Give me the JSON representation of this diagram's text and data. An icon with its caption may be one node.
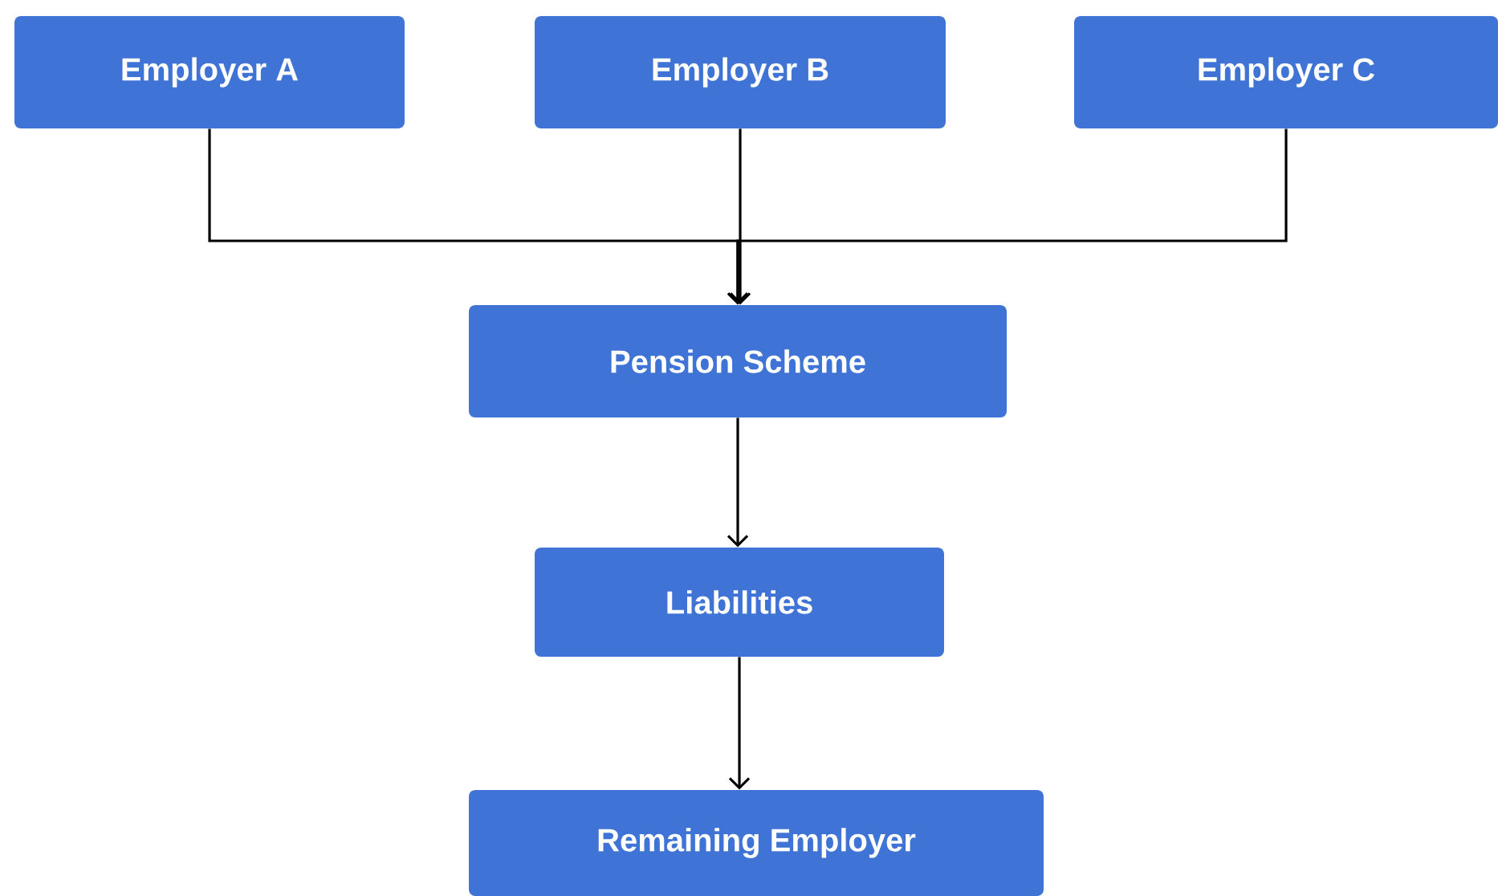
{
  "diagram": {
    "nodes": [
      {
        "text": [
          "Employer A"
        ]
      },
      {
        "text": [
          "Employer B"
        ]
      },
      {
        "text": [
          "Employer C"
        ]
      },
      {
        "text": [
          "Pension Scheme"
        ]
      },
      {
        "text": [
          "Liabilities"
        ]
      },
      {
        "text": [
          "Remaining Employer"
        ]
      }
    ],
    "edges": [
      {
        "from": 0,
        "to": 3,
        "arrow": "to"
      },
      {
        "from": 1,
        "to": 3,
        "arrow": "to"
      },
      {
        "from": 2,
        "to": 3,
        "arrow": "to"
      },
      {
        "from": 3,
        "to": 4,
        "arrow": "to"
      },
      {
        "from": 4,
        "to": 5,
        "arrow": "to"
      }
    ]
  }
}
